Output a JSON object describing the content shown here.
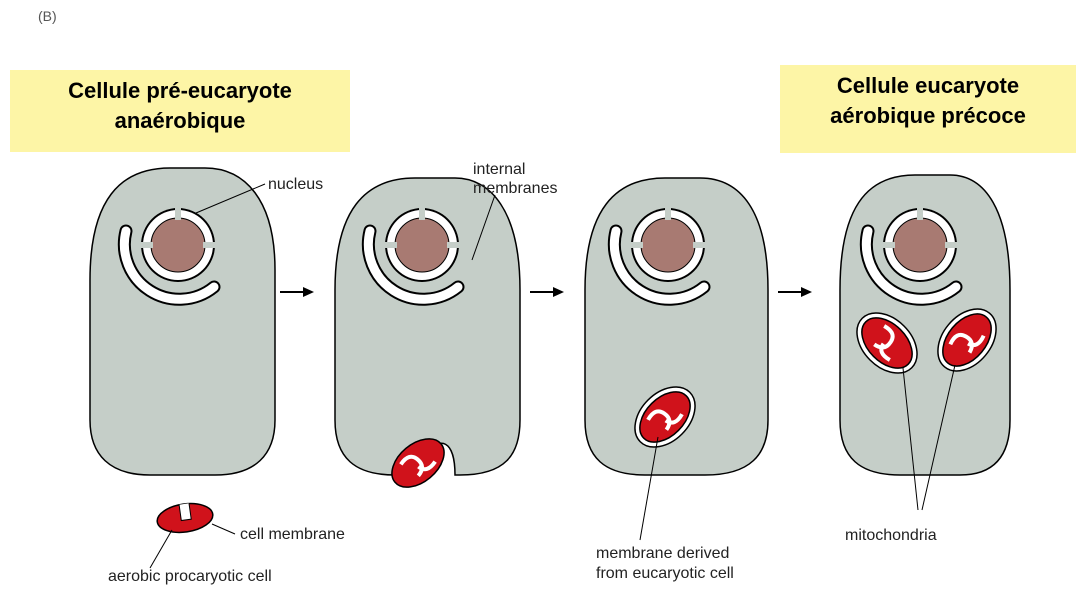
{
  "panel_label": "(B)",
  "titles": {
    "left": {
      "line1": "Cellule pré-eucaryote",
      "line2": "anaérobique"
    },
    "right": {
      "line1": "Cellule eucaryote",
      "line2": "aérobique précoce"
    }
  },
  "labels": {
    "nucleus": "nucleus",
    "internal_membranes_1": "internal",
    "internal_membranes_2": "membranes",
    "cell_membrane": "cell membrane",
    "aerobic_cell": "aerobic procaryotic cell",
    "membrane_derived_1": "membrane derived",
    "membrane_derived_2": "from eucaryotic cell",
    "mitochondria": "mitochondria"
  },
  "colors": {
    "cell_fill": "#c5cec8",
    "nucleus_fill": "#a87a72",
    "mitochondrion_fill": "#d0121b",
    "title_bg": "#fdf5a6"
  }
}
